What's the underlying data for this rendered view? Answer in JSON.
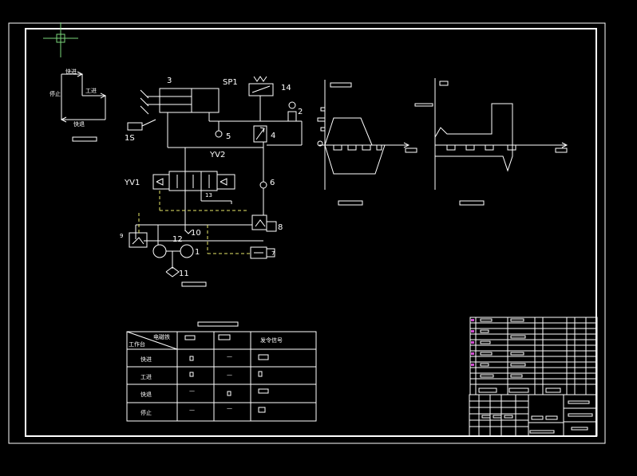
{
  "colors": {
    "background": "#000000",
    "line": "#ffffff",
    "dashed_pilot": "#e8e86a",
    "crosshair": "#7ad67a",
    "accent_magenta": "#d14bd1",
    "label_fill": "#ffffff"
  },
  "cycle_diagram": {
    "labels": [
      "快进",
      "工进",
      "快退",
      "停止"
    ]
  },
  "circuit": {
    "components": [
      {
        "id": "3",
        "label": "3"
      },
      {
        "id": "SP1",
        "label": "SP1"
      },
      {
        "id": "14",
        "label": "14"
      },
      {
        "id": "2",
        "label": "2"
      },
      {
        "id": "5",
        "label": "5"
      },
      {
        "id": "4",
        "label": "4"
      },
      {
        "id": "1S",
        "label": "1S"
      },
      {
        "id": "YV2",
        "label": "YV2"
      },
      {
        "id": "YV1",
        "label": "YV1"
      },
      {
        "id": "6",
        "label": "6"
      },
      {
        "id": "13",
        "label": "13"
      },
      {
        "id": "8",
        "label": "8"
      },
      {
        "id": "9",
        "label": "9"
      },
      {
        "id": "12",
        "label": "12"
      },
      {
        "id": "10",
        "label": "10"
      },
      {
        "id": "1",
        "label": "1"
      },
      {
        "id": "7",
        "label": "7"
      },
      {
        "id": "11",
        "label": "11"
      }
    ]
  },
  "action_table": {
    "header_diag_top": "电磁铁",
    "header_diag_bottom": "工作台",
    "header_command": "发令信号",
    "rows": [
      {
        "label": "快进",
        "yv1": "",
        "yv2": "—"
      },
      {
        "label": "工进",
        "yv1": "",
        "yv2": "—"
      },
      {
        "label": "快退",
        "yv1": "—",
        "yv2": ""
      },
      {
        "label": "停止",
        "yv1": "—",
        "yv2": "—"
      }
    ]
  }
}
